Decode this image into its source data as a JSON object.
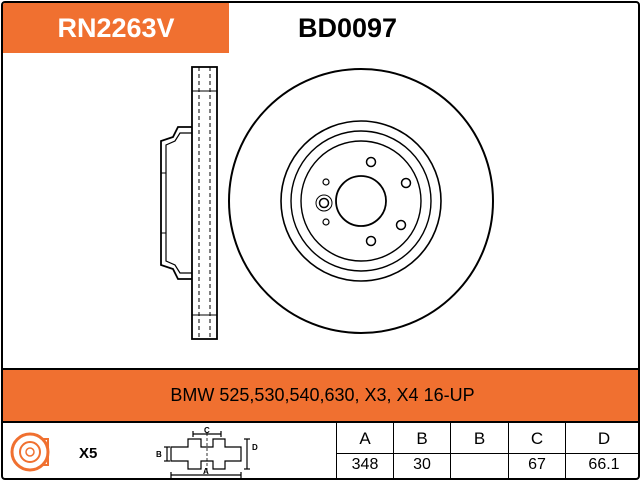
{
  "header": {
    "ref_code": "RN2263V",
    "part_code": "BD0097"
  },
  "application": "BMW 525,530,540,630, X3, X4 16-UP",
  "quantity": "X5",
  "profile_labels": {
    "c": "C",
    "b": "B",
    "d": "D",
    "a": "A"
  },
  "specs": [
    {
      "label": "A",
      "value": "348"
    },
    {
      "label": "B",
      "value": "30"
    },
    {
      "label": "B",
      "value": ""
    },
    {
      "label": "C",
      "value": "67"
    },
    {
      "label": "D",
      "value": "66.1"
    }
  ],
  "colors": {
    "accent": "#f07030",
    "line": "#000000"
  }
}
